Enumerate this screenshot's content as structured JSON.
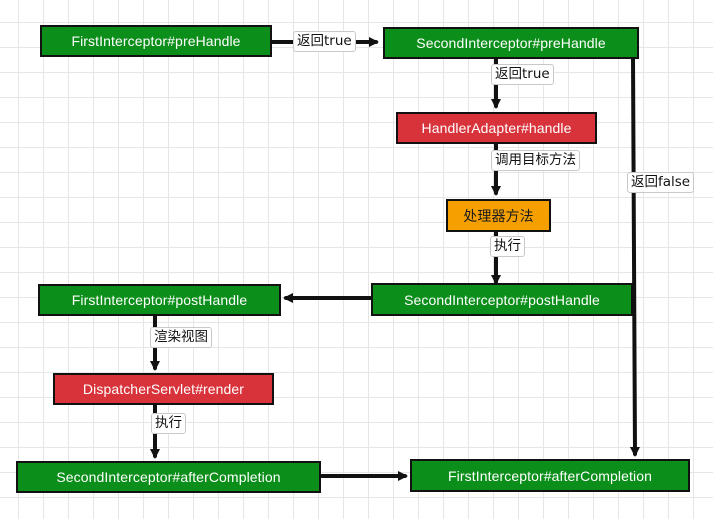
{
  "nodes": {
    "first_prehandle": "FirstInterceptor#preHandle",
    "second_prehandle": "SecondInterceptor#preHandle",
    "handler_adapter": "HandlerAdapter#handle",
    "handler_method": "处理器方法",
    "second_posthandle": "SecondInterceptor#postHandle",
    "first_posthandle": "FirstInterceptor#postHandle",
    "dispatcher_render": "DispatcherServlet#render",
    "second_aftercompletion": "SecondInterceptor#afterCompletion",
    "first_aftercompletion": "FirstInterceptor#afterCompletion"
  },
  "edge_labels": {
    "return_true_1": "返回true",
    "return_true_2": "返回true",
    "call_target": "调用目标方法",
    "execute_1": "执行",
    "return_false": "返回false",
    "render_view": "渲染视图",
    "execute_2": "执行"
  },
  "colors": {
    "node_green": "#0c8e1a",
    "node_red": "#d8323a",
    "node_orange": "#f5a000",
    "edge": "#111111"
  }
}
